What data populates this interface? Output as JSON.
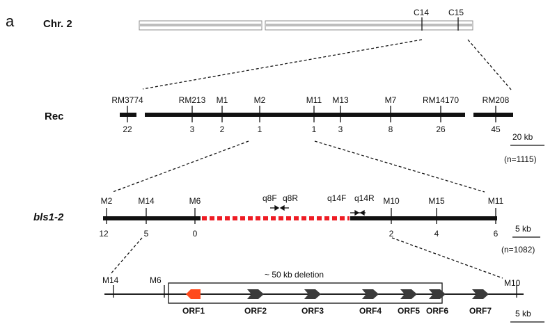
{
  "panel_label": "a",
  "chromosome": {
    "title": "Chr. 2",
    "markers": [
      "C14",
      "C15"
    ]
  },
  "rec": {
    "title": "Rec",
    "markers": [
      "RM3774",
      "RM213",
      "M1",
      "M2",
      "M11",
      "M13",
      "M7",
      "RM14170",
      "RM208"
    ],
    "recombinants": [
      "22",
      "3",
      "2",
      "1",
      "1",
      "3",
      "8",
      "26",
      "45"
    ],
    "scale": "20 kb",
    "n": "(n=1115)"
  },
  "bls": {
    "title": "bls1-2",
    "markers": [
      "M2",
      "M14",
      "M6",
      "M10",
      "M15",
      "M11"
    ],
    "recombinants": [
      "12",
      "5",
      "0",
      "2",
      "4",
      "6"
    ],
    "primers": [
      "q8F",
      "q8R",
      "q14F",
      "q14R"
    ],
    "scale": "5 kb",
    "n": "(n=1082)"
  },
  "detail": {
    "markers": [
      "M14",
      "M6",
      "M10"
    ],
    "deletion_label": "~ 50 kb deletion",
    "orfs": [
      "ORF1",
      "ORF2",
      "ORF3",
      "ORF4",
      "ORF5",
      "ORF6",
      "ORF7"
    ],
    "scale": "5 kb"
  },
  "colors": {
    "line": "#111111",
    "deletion": "#ee1c24",
    "orf1": "#ff4a1c",
    "orf": "#3a3a3a",
    "chromosome": "#b9b9b9"
  }
}
